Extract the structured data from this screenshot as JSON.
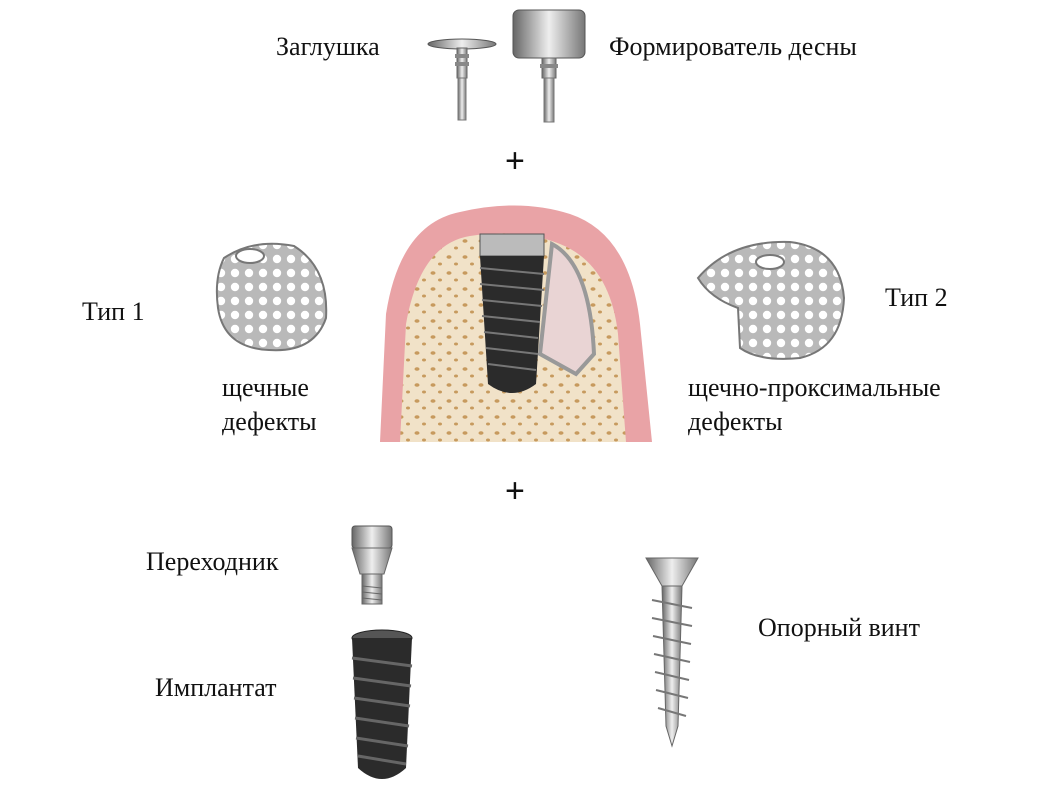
{
  "top": {
    "cover_screw": "Заглушка",
    "healing_abutment": "Формирователь десны"
  },
  "plus_sign": "+",
  "middle": {
    "type1": {
      "title": "Тип 1",
      "line1": "щечные",
      "line2": "дефекты"
    },
    "type2": {
      "title": "Тип 2",
      "line1": "щечно-проксимальные",
      "line2": "дефекты"
    }
  },
  "bottom": {
    "adapter": "Переходник",
    "implant": "Имплантат",
    "support_screw": "Опорный винт"
  },
  "colors": {
    "gum": "#e9a3a6",
    "bone": "#f1e2c8",
    "metal": "#9a9a9a",
    "implant": "#2b2b2b"
  }
}
